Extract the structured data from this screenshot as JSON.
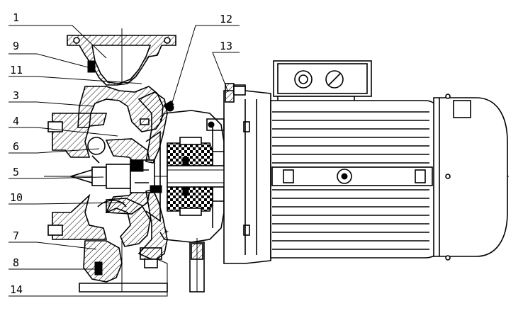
{
  "callouts": [
    {
      "id": "c1",
      "label": "1"
    },
    {
      "id": "c9",
      "label": "9"
    },
    {
      "id": "c11",
      "label": "11"
    },
    {
      "id": "c3",
      "label": "3"
    },
    {
      "id": "c4",
      "label": "4"
    },
    {
      "id": "c6",
      "label": "6"
    },
    {
      "id": "c5",
      "label": "5"
    },
    {
      "id": "c10",
      "label": "10"
    },
    {
      "id": "c7",
      "label": "7"
    },
    {
      "id": "c8",
      "label": "8"
    },
    {
      "id": "c14",
      "label": "14"
    },
    {
      "id": "c12",
      "label": "12"
    },
    {
      "id": "c13",
      "label": "13"
    }
  ]
}
